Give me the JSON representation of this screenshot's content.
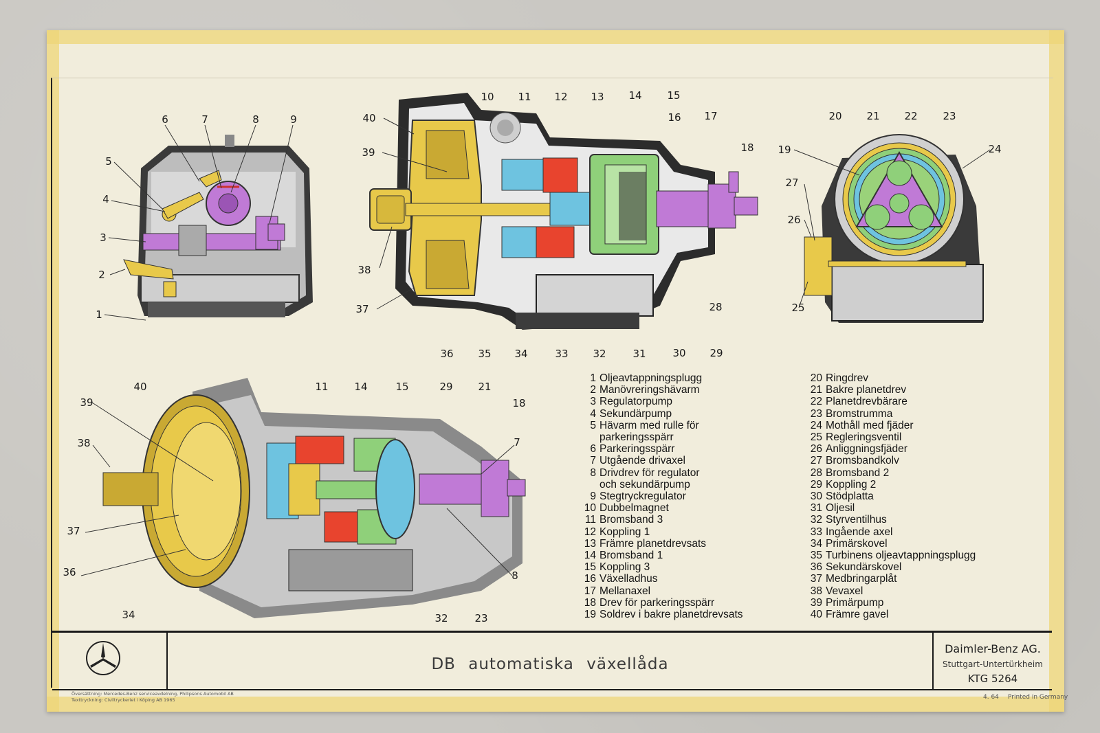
{
  "diagram": {
    "callouts_top_left": [
      "1",
      "2",
      "3",
      "4",
      "5",
      "6",
      "7",
      "8",
      "9"
    ],
    "callouts_top_center": [
      "10",
      "11",
      "12",
      "13",
      "14",
      "15",
      "16",
      "17",
      "18",
      "28",
      "29",
      "30",
      "31",
      "32",
      "33",
      "34",
      "35",
      "36",
      "37",
      "38",
      "39",
      "40"
    ],
    "callouts_top_right": [
      "19",
      "20",
      "21",
      "22",
      "23",
      "24",
      "25",
      "26",
      "27"
    ],
    "callouts_bottom_left": [
      "40",
      "11",
      "14",
      "15",
      "29",
      "21",
      "18",
      "39",
      "38",
      "7",
      "37",
      "36",
      "34",
      "32",
      "23",
      "8"
    ]
  },
  "legend_left": [
    {
      "n": "1",
      "text": "Oljeavtappningsplugg"
    },
    {
      "n": "2",
      "text": "Manövreringshävarm"
    },
    {
      "n": "3",
      "text": "Regulatorpump"
    },
    {
      "n": "4",
      "text": "Sekundärpump"
    },
    {
      "n": "5",
      "text": "Hävarm med rulle för",
      "cont": "parkeringsspärr"
    },
    {
      "n": "6",
      "text": "Parkeringsspärr"
    },
    {
      "n": "7",
      "text": "Utgående drivaxel"
    },
    {
      "n": "8",
      "text": "Drivdrev för regulator",
      "cont": "och sekundärpump"
    },
    {
      "n": "9",
      "text": "Stegtryckregulator"
    },
    {
      "n": "10",
      "text": "Dubbelmagnet"
    },
    {
      "n": "11",
      "text": "Bromsband 3"
    },
    {
      "n": "12",
      "text": "Koppling 1"
    },
    {
      "n": "13",
      "text": "Främre planetdrevsats"
    },
    {
      "n": "14",
      "text": "Bromsband 1"
    },
    {
      "n": "15",
      "text": "Koppling 3"
    },
    {
      "n": "16",
      "text": "Växelladhus"
    },
    {
      "n": "17",
      "text": "Mellanaxel"
    },
    {
      "n": "18",
      "text": "Drev för parkeringsspärr"
    },
    {
      "n": "19",
      "text": "Soldrev i bakre planetdrevsats"
    }
  ],
  "legend_right": [
    {
      "n": "20",
      "text": "Ringdrev"
    },
    {
      "n": "21",
      "text": "Bakre planetdrev"
    },
    {
      "n": "22",
      "text": "Planetdrevbärare"
    },
    {
      "n": "23",
      "text": "Bromstrumma"
    },
    {
      "n": "24",
      "text": "Mothåll med fjäder"
    },
    {
      "n": "25",
      "text": "Regleringsventil"
    },
    {
      "n": "26",
      "text": "Anliggningsfjäder"
    },
    {
      "n": "27",
      "text": "Bromsbandkolv"
    },
    {
      "n": "28",
      "text": "Bromsband 2"
    },
    {
      "n": "29",
      "text": "Koppling 2"
    },
    {
      "n": "30",
      "text": "Stödplatta"
    },
    {
      "n": "31",
      "text": "Oljesil"
    },
    {
      "n": "32",
      "text": "Styrventilhus"
    },
    {
      "n": "33",
      "text": "Ingående axel"
    },
    {
      "n": "34",
      "text": "Primärskovel"
    },
    {
      "n": "35",
      "text": "Turbinens oljeavtappningsplugg"
    },
    {
      "n": "36",
      "text": "Sekundärskovel"
    },
    {
      "n": "37",
      "text": "Medbringarplåt"
    },
    {
      "n": "38",
      "text": "Vevaxel"
    },
    {
      "n": "39",
      "text": "Primärpump"
    },
    {
      "n": "40",
      "text": "Främre gavel"
    }
  ],
  "title_block": {
    "title": "DB automatiska växellåda",
    "company": "Daimler-Benz AG.",
    "location": "Stuttgart-Untertürkheim",
    "code": "KTG 5264"
  },
  "footer": {
    "credit_line1": "Översättning: Mercedes-Benz serviceavdelning, Philipsons Automobil AB",
    "credit_line2": "Texttryckning: Civiltryckeriet i Köping AB 1965",
    "date": "4. 64",
    "printed": "Printed in Germany"
  },
  "colors": {
    "yellow": "#e8c94a",
    "red": "#e8442e",
    "blue": "#6ec3e0",
    "green": "#8fd07a",
    "purple": "#c07ad6",
    "housing": "#9a9a9a",
    "dark": "#2a2a2a"
  }
}
